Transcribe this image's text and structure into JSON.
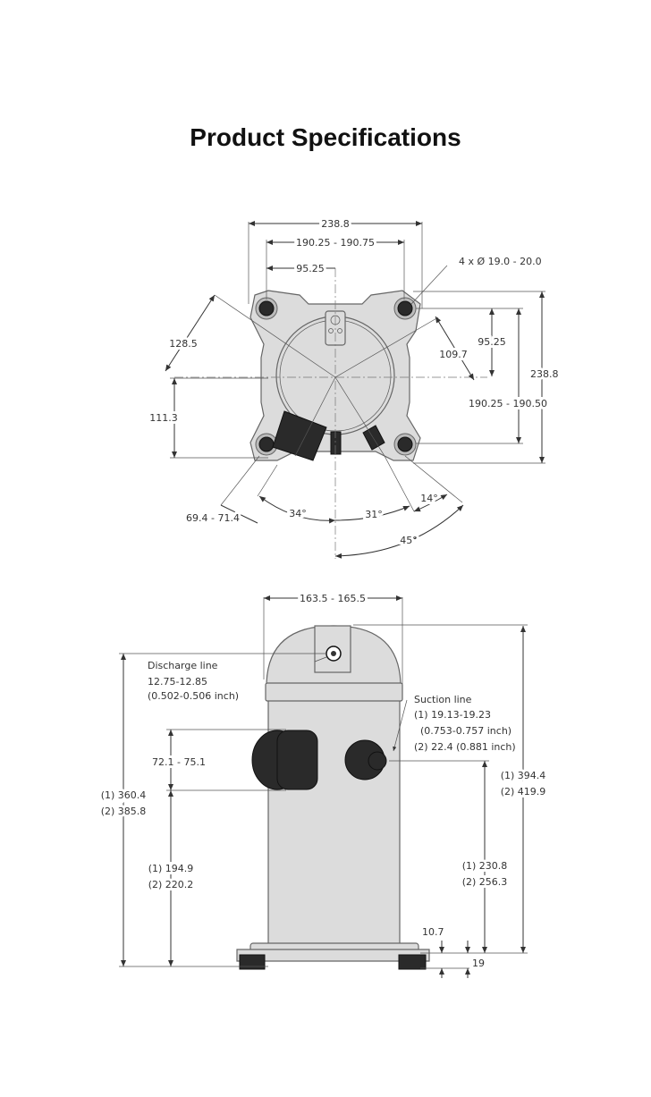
{
  "title": "Product Specifications",
  "top_view": {
    "width_overall": "238.8",
    "bolt_spacing": "190.25 - 190.75",
    "half_spacing": "95.25",
    "holes": "4 x Ø 19.0 - 20.0",
    "height_overall": "238.8",
    "bolt_spacing_vertical": "190.25 - 190.50",
    "half_spacing_vertical": "95.25",
    "diag_right": "109.7",
    "diag_left": "128.5",
    "left_offset": "111.3",
    "port_offset": "69.4 - 71.4",
    "angle_34": "34°",
    "angle_31": "31°",
    "angle_14": "14°",
    "angle_45": "45°"
  },
  "side_view": {
    "diameter": "163.5 - 165.5",
    "discharge": [
      "Discharge line",
      "12.75-12.85",
      "(0.502-0.506 inch)"
    ],
    "suction": [
      "Suction line",
      "(1) 19.13-19.23",
      "(0.753-0.757 inch)",
      "(2) 22.4 (0.881 inch)"
    ],
    "discharge_height": [
      "(1) 360.4",
      "(2) 385.8"
    ],
    "box_height": "72.1 - 75.1",
    "box_base_height": [
      "(1) 194.9",
      "(2) 220.2"
    ],
    "total_height": [
      "(1) 394.4",
      "(2) 419.9"
    ],
    "suction_height": [
      "(1) 230.8",
      "(2) 256.3"
    ],
    "foot_height": "10.7",
    "base_height": "19"
  }
}
